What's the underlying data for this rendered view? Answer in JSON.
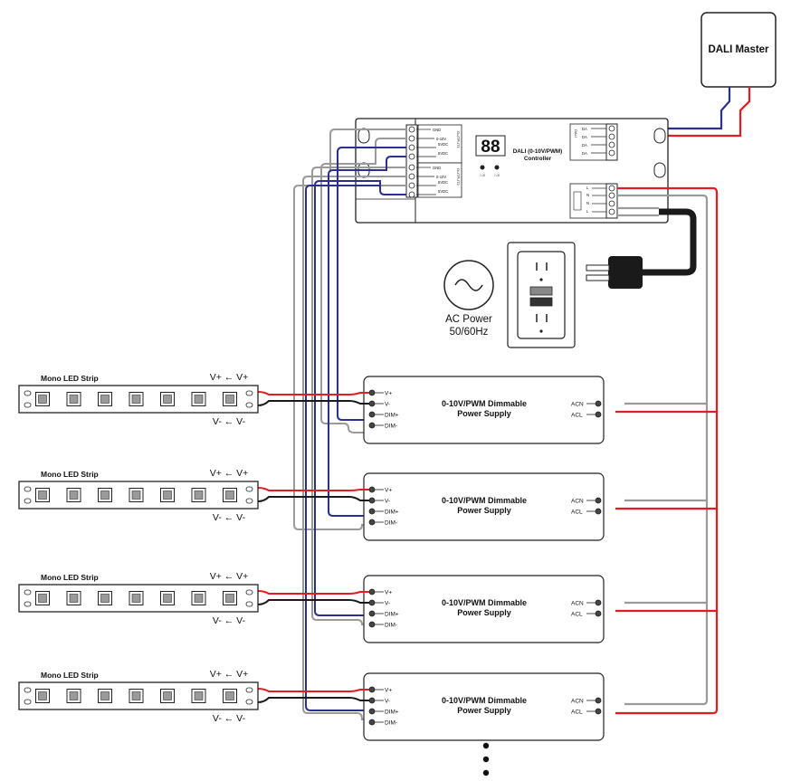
{
  "dali_master": {
    "label": "DALI Master"
  },
  "controller": {
    "title_line1": "DALI (0-10V/PWM)",
    "title_line2": "Controller",
    "display": "88",
    "channel1_label": "OUTPUT1",
    "channel2_label": "OUTPUT2",
    "out_terminals": [
      "GND",
      "0-10V",
      "5VDC",
      "5VDC"
    ],
    "dali_terminals": [
      "DA",
      "DA",
      "DA",
      "DA"
    ],
    "dali_side_label": "DALI",
    "power_terminals": [
      "L",
      "N",
      "N",
      "L"
    ],
    "button_labels": [
      "□-S",
      "□-S"
    ]
  },
  "ac_power": {
    "line1": "AC Power",
    "line2": "50/60Hz"
  },
  "power_supplies": [
    {
      "title_line1": "0-10V/PWM Dimmable",
      "title_line2": "Power Supply",
      "left_terminals": [
        "V+",
        "V-",
        "DIM+",
        "DIM-"
      ],
      "right_terminals": [
        "ACN",
        "ACL"
      ]
    },
    {
      "title_line1": "0-10V/PWM Dimmable",
      "title_line2": "Power Supply",
      "left_terminals": [
        "V+",
        "V-",
        "DIM+",
        "DIM-"
      ],
      "right_terminals": [
        "ACN",
        "ACL"
      ]
    },
    {
      "title_line1": "0-10V/PWM Dimmable",
      "title_line2": "Power Supply",
      "left_terminals": [
        "V+",
        "V-",
        "DIM+",
        "DIM-"
      ],
      "right_terminals": [
        "ACN",
        "ACL"
      ]
    },
    {
      "title_line1": "0-10V/PWM Dimmable",
      "title_line2": "Power Supply",
      "left_terminals": [
        "V+",
        "V-",
        "DIM+",
        "DIM-"
      ],
      "right_terminals": [
        "ACN",
        "ACL"
      ]
    }
  ],
  "led_strips": [
    {
      "title": "Mono LED Strip",
      "top_label": "V+ ← V+",
      "bottom_label": "V- ← V-"
    },
    {
      "title": "Mono LED Strip",
      "top_label": "V+ ← V+",
      "bottom_label": "V- ← V-"
    },
    {
      "title": "Mono LED Strip",
      "top_label": "V+ ← V+",
      "bottom_label": "V- ← V-"
    },
    {
      "title": "Mono LED Strip",
      "top_label": "V+ ← V+",
      "bottom_label": "V- ← V-"
    }
  ],
  "colors": {
    "red": "#e31b23",
    "black": "#1a1a1a",
    "blue": "#2b2f8f",
    "gray": "#9a9a9a"
  }
}
